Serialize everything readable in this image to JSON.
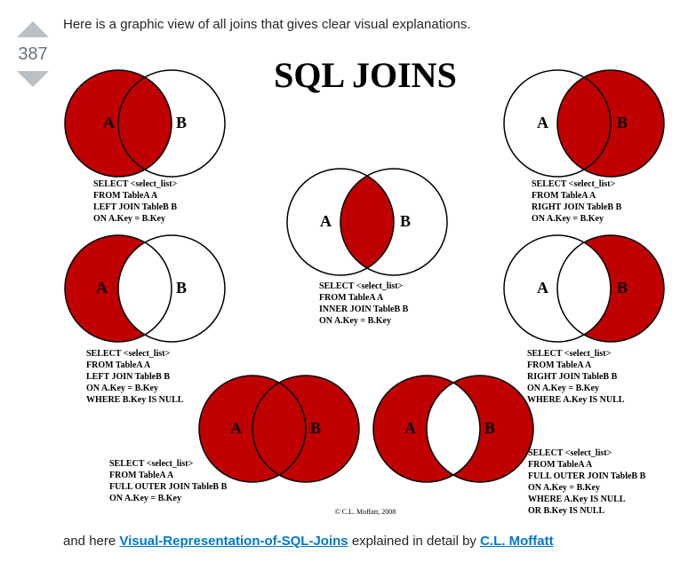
{
  "vote": {
    "score": "387"
  },
  "intro_text": "Here is a graphic view of all joins that gives clear visual explanations.",
  "figure": {
    "title": "SQL JOINS",
    "copyright": "© C.L. Moffatt, 2008",
    "circle_labels": {
      "a": "A",
      "b": "B"
    },
    "colors": {
      "fill": "#c00000",
      "outline": "#000000"
    },
    "joins": [
      {
        "id": "left-join",
        "shading": "A",
        "sql": [
          "SELECT <select_list>",
          "FROM TableA A",
          "LEFT JOIN TableB B",
          "ON A.Key = B.Key"
        ]
      },
      {
        "id": "right-join",
        "shading": "B",
        "sql": [
          "SELECT <select_list>",
          "FROM TableA A",
          "RIGHT JOIN TableB B",
          "ON A.Key = B.Key"
        ]
      },
      {
        "id": "inner-join",
        "shading": "A∩B",
        "sql": [
          "SELECT <select_list>",
          "FROM TableA A",
          "INNER JOIN TableB B",
          "ON A.Key = B.Key"
        ]
      },
      {
        "id": "left-excluding-join",
        "shading": "A-B",
        "sql": [
          "SELECT <select_list>",
          "FROM TableA A",
          "LEFT JOIN TableB B",
          "ON A.Key = B.Key",
          "WHERE B.Key IS NULL"
        ]
      },
      {
        "id": "right-excluding-join",
        "shading": "B-A",
        "sql": [
          "SELECT <select_list>",
          "FROM TableA A",
          "RIGHT JOIN TableB B",
          "ON A.Key = B.Key",
          "WHERE A.Key IS NULL"
        ]
      },
      {
        "id": "full-outer-join",
        "shading": "A∪B",
        "sql": [
          "SELECT <select_list>",
          "FROM TableA A",
          "FULL OUTER JOIN TableB B",
          "ON A.Key = B.Key"
        ]
      },
      {
        "id": "outer-excluding-join",
        "shading": "A xor B",
        "sql": [
          "SELECT <select_list>",
          "FROM TableA A",
          "FULL OUTER JOIN TableB B",
          "ON A.Key = B.Key",
          "WHERE A.Key IS NULL",
          "OR B.Key IS NULL"
        ]
      }
    ]
  },
  "outro": {
    "prefix": "and here ",
    "link1": "Visual-Representation-of-SQL-Joins",
    "middle": " explained in detail by ",
    "link2": "C.L. Moffatt"
  }
}
